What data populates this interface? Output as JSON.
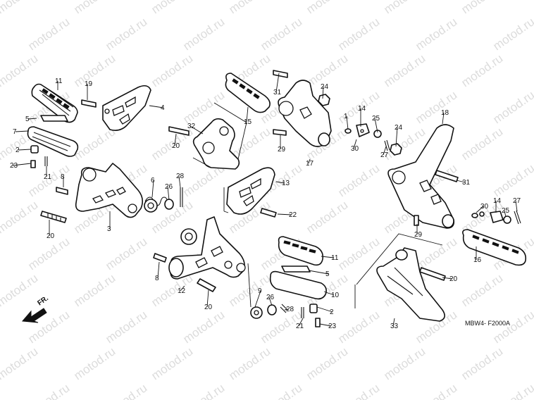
{
  "watermark": "motod.ru",
  "diagram_code": "MBW4- F2000A",
  "direction_label": "FR.",
  "callouts": [
    "11",
    "19",
    "4",
    "5",
    "7",
    "2",
    "23",
    "21",
    "8",
    "3",
    "20",
    "6",
    "26",
    "28",
    "32",
    "20",
    "15",
    "13",
    "22",
    "31",
    "24",
    "17",
    "29",
    "1",
    "14",
    "25",
    "30",
    "27",
    "24",
    "18",
    "31",
    "30",
    "14",
    "25",
    "27",
    "29",
    "16",
    "20",
    "11",
    "5",
    "10",
    "2",
    "23",
    "21",
    "28",
    "26",
    "9",
    "12",
    "8",
    "20",
    "33"
  ],
  "colors": {
    "line": "#111111",
    "watermark": "#9a9a9a",
    "background": "#ffffff"
  }
}
